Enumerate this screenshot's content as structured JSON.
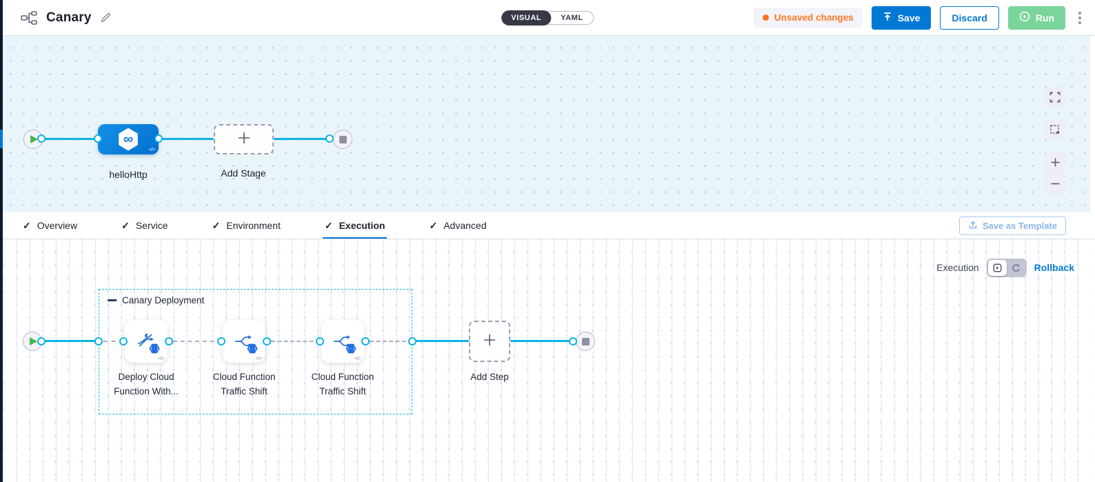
{
  "header": {
    "title": "Canary",
    "mode_toggle": {
      "visual_label": "VISUAL",
      "yaml_label": "YAML",
      "selected": "VISUAL"
    },
    "unsaved_badge": "Unsaved changes",
    "save_button": "Save",
    "discard_button": "Discard",
    "run_button": "Run"
  },
  "stage_canvas": {
    "stage_label": "helloHttp",
    "add_stage_label": "Add Stage"
  },
  "tabs": {
    "active": "Execution",
    "items": [
      {
        "label": "Overview"
      },
      {
        "label": "Service"
      },
      {
        "label": "Environment"
      },
      {
        "label": "Execution"
      },
      {
        "label": "Advanced"
      }
    ],
    "save_as_template": "Save as Template"
  },
  "execution": {
    "mode_label": "Execution",
    "rollback_label": "Rollback",
    "group_label": "Canary Deployment",
    "steps": [
      {
        "label": "Deploy Cloud\nFunction With..."
      },
      {
        "label": "Cloud Function\nTraffic Shift"
      },
      {
        "label": "Cloud Function\nTraffic Shift"
      }
    ],
    "add_step_label": "Add Step"
  },
  "colors": {
    "primary_blue": "#0278d5",
    "connector_cyan": "#0db3e8",
    "unsaved_orange": "#ff7b26",
    "run_green": "#7bd49a",
    "stage_canvas_bg": "#e9f5fa"
  }
}
